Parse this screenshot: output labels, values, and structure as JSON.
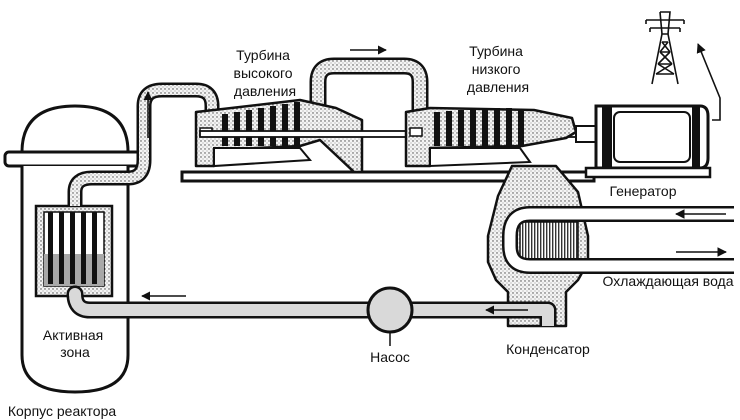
{
  "labels": {
    "hp_turbine": [
      "Турбина",
      "высокого",
      "давления"
    ],
    "lp_turbine": [
      "Турбина",
      "низкого",
      "давления"
    ],
    "generator": "Генератор",
    "cooling_water": "Охлаждающая вода",
    "condenser": "Конденсатор",
    "pump": "Насос",
    "core": [
      "Активная",
      "зона"
    ],
    "vessel": "Корпус реактора"
  },
  "colors": {
    "ink": "#111111",
    "pipe_fill": "#d9d9d9",
    "core_fill": "#a8a8a8",
    "water_fill": "#cfcfcf"
  }
}
